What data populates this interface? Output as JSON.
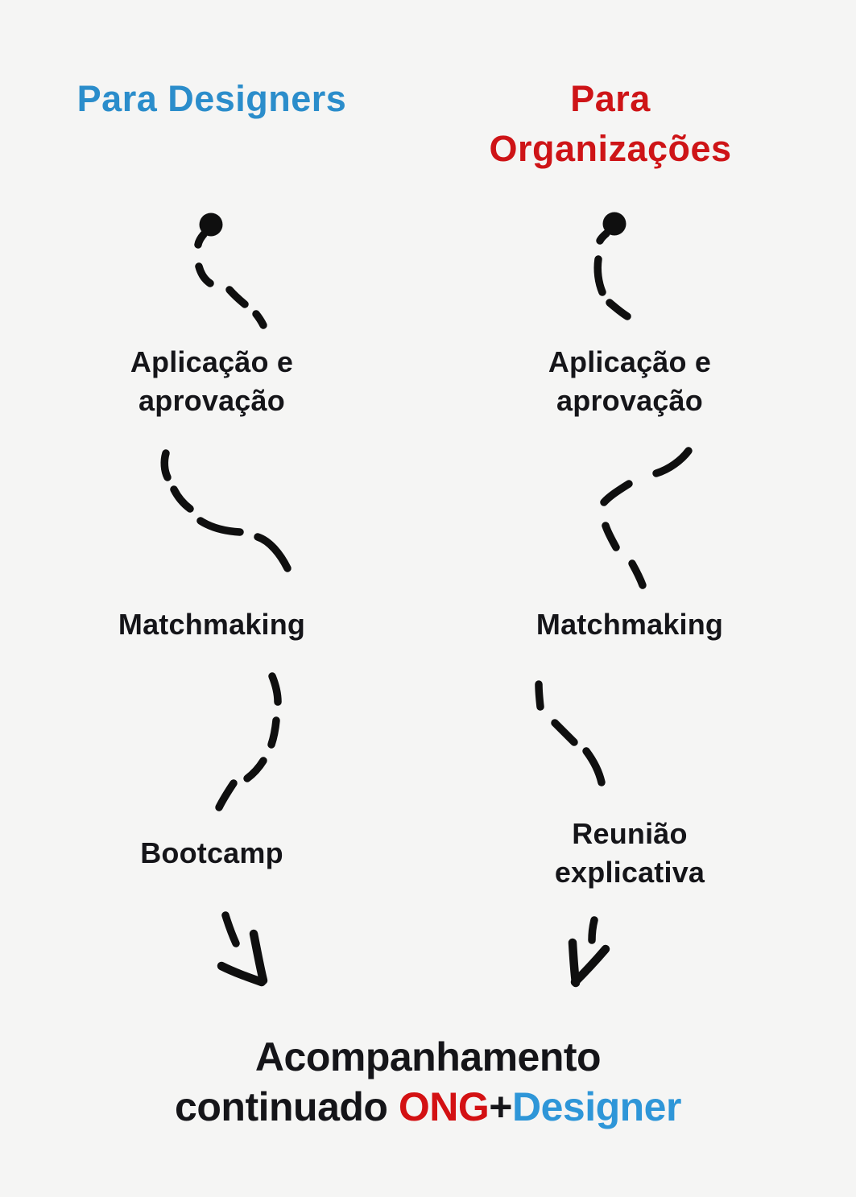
{
  "page": {
    "background_color": "#f5f5f4",
    "type": "process-flow-diagram"
  },
  "colors": {
    "designers_blue": "#2b8dcb",
    "organizations_red": "#ce1417",
    "text_black": "#151519",
    "arrow_black": "#0f0f0f",
    "footer_ong_red": "#d31113",
    "footer_designer_blue": "#2e96d8"
  },
  "icons": {
    "flow_connector": "hand-drawn-dashed-arrow",
    "start_marker": "filled-dot",
    "end_marker": "v-arrowhead"
  },
  "columns": [
    {
      "id": "designers",
      "title": "Para Designers",
      "title_color": "#2b8dcb",
      "steps": [
        {
          "label": "Aplicação e aprovação"
        },
        {
          "label": "Matchmaking"
        },
        {
          "label": "Bootcamp"
        }
      ]
    },
    {
      "id": "organizacoes",
      "title": "Para Organizações",
      "title_color": "#ce1417",
      "steps": [
        {
          "label": "Aplicação e aprovação"
        },
        {
          "label": "Matchmaking"
        },
        {
          "label": "Reunião explicativa"
        }
      ]
    }
  ],
  "footer": {
    "line1": "Acompanhamento",
    "line2_prefix": "continuado ",
    "line2_ong": "ONG",
    "line2_plus": "+",
    "line2_designer": "Designer"
  }
}
